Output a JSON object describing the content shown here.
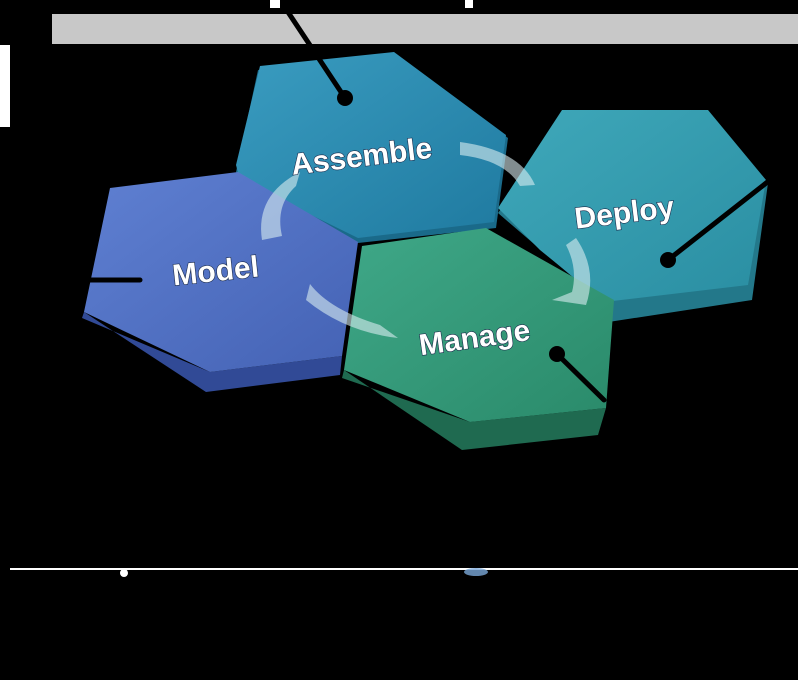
{
  "hexagons": [
    {
      "id": "assemble",
      "label": "Assemble",
      "color": "#2a85a8"
    },
    {
      "id": "model",
      "label": "Model",
      "color": "#4f6fc0"
    },
    {
      "id": "deploy",
      "label": "Deploy",
      "color": "#3196a8"
    },
    {
      "id": "manage",
      "label": "Manage",
      "color": "#2f8f70"
    }
  ],
  "colors": {
    "background": "#000000",
    "top_band": "#c8c8c8",
    "callout_line": "#000000",
    "flow_arrow": "#d8ecf0"
  },
  "icons": [
    "callout-dot",
    "cycle-arrow"
  ]
}
